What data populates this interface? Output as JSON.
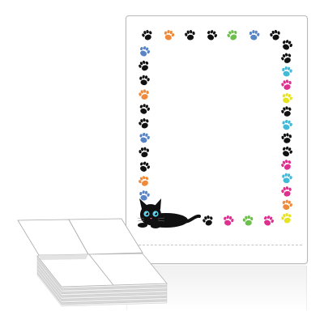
{
  "product": {
    "description": ""
  },
  "colors": {
    "black_paw": "#111111",
    "orange_paw": "#f08a3a",
    "blue_paw": "#5a85c4",
    "green_paw": "#6cbf4a",
    "pink_paw": "#e0308f",
    "cyan_paw": "#43b9d8",
    "yellow_paw": "#e6e321",
    "sheet_border": "#b9b9b9"
  },
  "paw_sequence": {
    "top": [
      "black",
      "orange",
      "black",
      "black",
      "green",
      "blue",
      "black"
    ],
    "left": [
      "blue",
      "black",
      "black",
      "orange",
      "black",
      "black",
      "blue",
      "black",
      "black",
      "orange",
      "blue"
    ],
    "right": [
      "black",
      "black",
      "cyan",
      "pink",
      "yellow",
      "black",
      "cyan",
      "black",
      "black",
      "pink",
      "cyan",
      "pink",
      "orange",
      "yellow"
    ],
    "bottom": [
      "black",
      "pink",
      "green",
      "pink"
    ]
  },
  "icons": {
    "paw": "paw-print-icon",
    "cat": "black-cat-icon",
    "stack": "fanfold-label-stack-icon"
  }
}
